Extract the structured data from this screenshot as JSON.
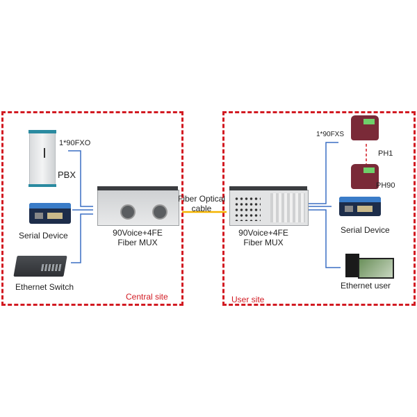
{
  "central_site": {
    "label": "Central site",
    "pbx": {
      "label": "PBX",
      "port_label": "1*90FXO"
    },
    "serial_device": {
      "label": "Serial Device"
    },
    "ethernet_switch": {
      "label": "Ethernet Switch"
    },
    "mux": {
      "line1": "90Voice+4FE",
      "line2": "Fiber MUX"
    }
  },
  "fiber": {
    "line1": "Fiber Optical",
    "line2": "cable",
    "color": "#f5b400"
  },
  "user_site": {
    "label": "User site",
    "phones": {
      "port_label": "1*90FXS",
      "first": "PH1",
      "last": "PH90"
    },
    "serial_device": {
      "label": "Serial Device"
    },
    "ethernet_user": {
      "label": "Ethernet user"
    },
    "mux": {
      "line1": "90Voice+4FE",
      "line2": "Fiber MUX"
    }
  },
  "colors": {
    "border": "#d21a22",
    "link": "#3a6fc4"
  }
}
